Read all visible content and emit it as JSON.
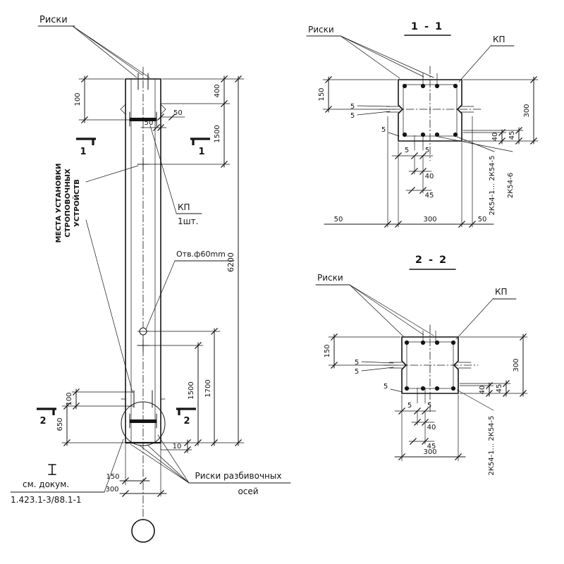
{
  "colors": {
    "ink": "#141414",
    "paper": "#ffffff"
  },
  "elevation": {
    "riski_label": "Риски",
    "section_marker_1": "1",
    "section_marker_2": "2",
    "lifting_note_line1": "МЕСТА УСТАНОВКИ",
    "lifting_note_line2": "СТРОПОВОЧНЫХ",
    "lifting_note_line3": "УСТРОЙСТВ",
    "kp_label": "КП",
    "kp_qty": "1шт.",
    "hole_label": "Отв.ф60mm",
    "axes_note_line1": "Риски разбивочных",
    "axes_note_line2": "осей",
    "doc_note_line1": "см. докум.",
    "doc_note_line2": "1.423.1-3/88.1-1",
    "dims": {
      "d100": "100",
      "d400": "400",
      "d1500": "1500",
      "d50": "50",
      "d6200": "6200",
      "d1700": "1700",
      "d650": "650",
      "d10": "10",
      "d150": "150",
      "d300": "300"
    }
  },
  "section_1_1": {
    "title": "1 - 1",
    "riski_label": "Риски",
    "kp_label": "КП",
    "rebar_ref_1": "2К54-1... 2К54-5",
    "rebar_ref_2": "2К54-6",
    "dims": {
      "d150": "150",
      "d5": "5",
      "d40": "40",
      "d45": "45",
      "d50": "50",
      "d300": "300"
    }
  },
  "section_2_2": {
    "title": "2 - 2",
    "riski_label": "Риски",
    "kp_label": "КП",
    "rebar_ref_1": "2К54-1... 2К54-5",
    "dims": {
      "d150": "150",
      "d5": "5",
      "d40": "40",
      "d45": "45",
      "d300": "300"
    }
  }
}
